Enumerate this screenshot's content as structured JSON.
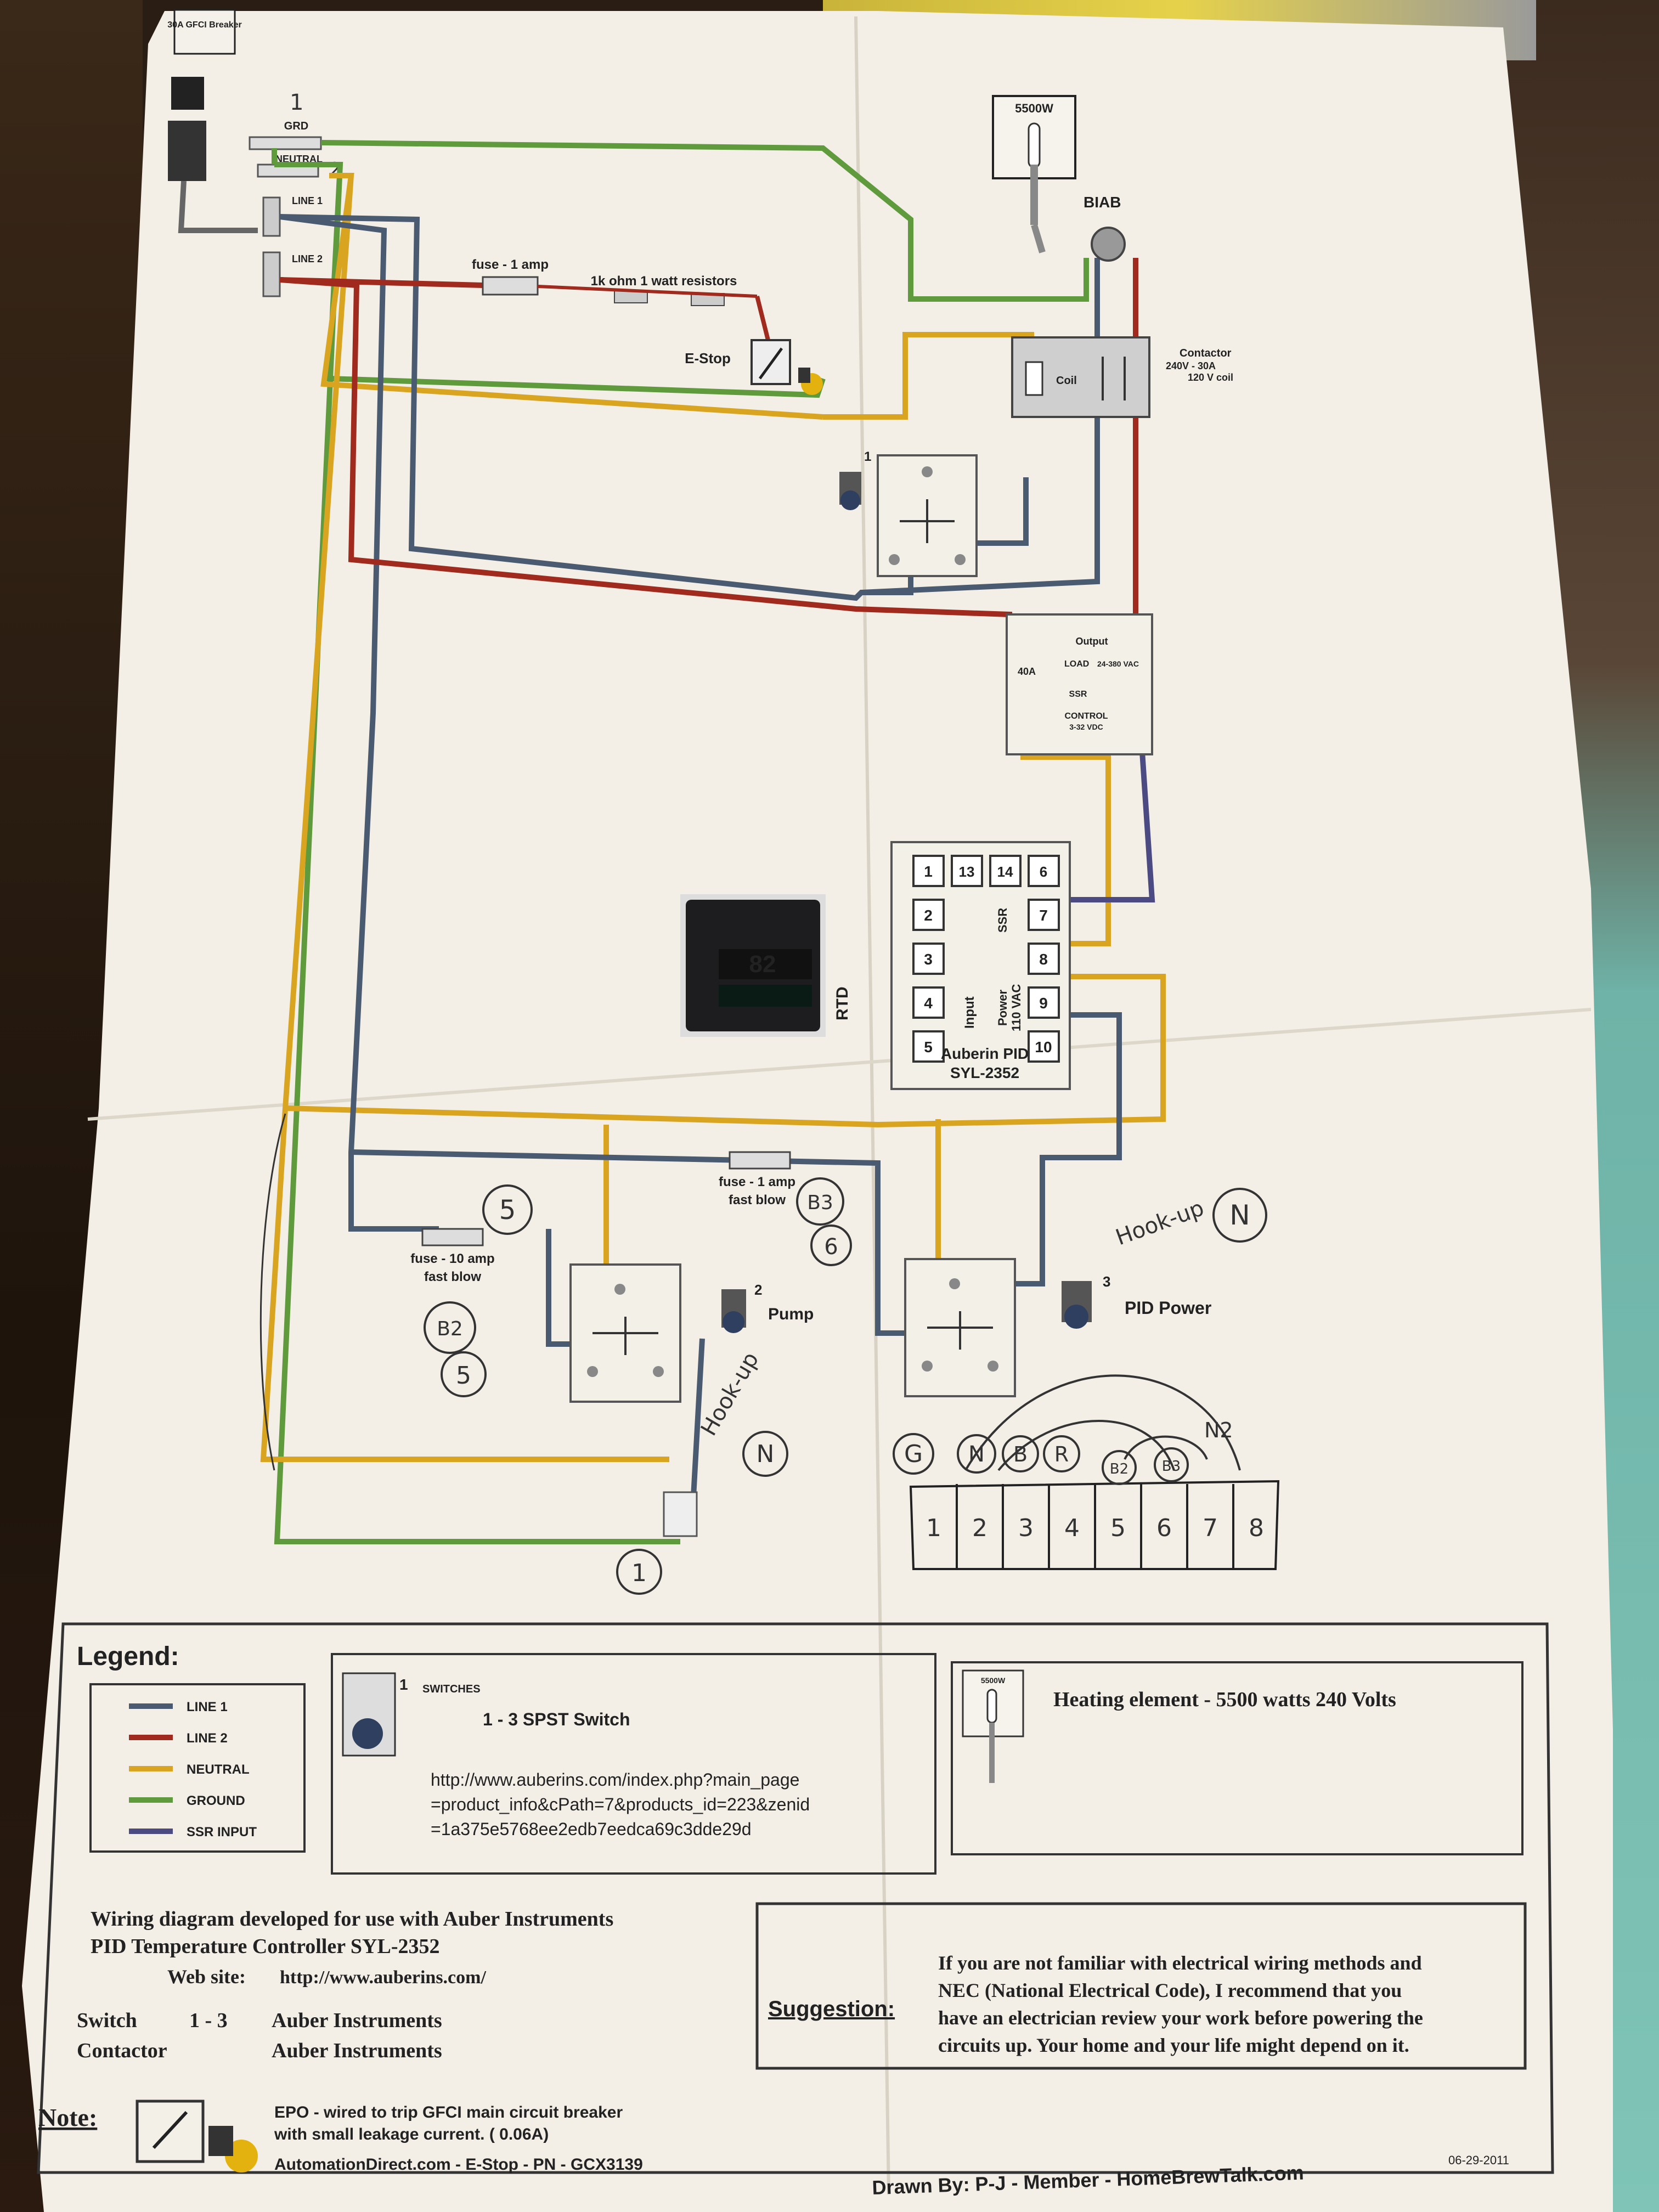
{
  "diagram": {
    "breaker_label": "30A GFCI Breaker",
    "grd_label": "GRD",
    "neutral_label": "NEUTRAL",
    "line1_label": "LINE 1",
    "line2_label": "LINE 2",
    "fuse1_label": "fuse - 1 amp",
    "resistor_label": "1k ohm 1 watt resistors",
    "estop_label": "E-Stop",
    "element_label": "5500W",
    "element_tag": "BIAB",
    "contactor_label": "Contactor",
    "contactor_spec1": "240V - 30A",
    "contactor_spec2": "120 V coil",
    "coil_label": "Coil",
    "ssr_output": "Output",
    "ssr_40a": "40A",
    "ssr_load": "LOAD",
    "ssr_vac": "24-380 VAC",
    "ssr_label": "SSR",
    "ssr_control": "CONTROL",
    "ssr_vdc": "3-32 VDC",
    "pid_terminals_left": [
      "1",
      "2",
      "3",
      "4",
      "5"
    ],
    "pid_terminals_top": [
      "13",
      "14",
      "6"
    ],
    "pid_terminals_right": [
      "7",
      "8",
      "9",
      "10"
    ],
    "pid_rtd": "RTD",
    "pid_input": "Input",
    "pid_ssr": "SSR",
    "pid_power": "Power",
    "pid_vac": "110 VAC",
    "pid_display": "82",
    "pid_name": "Auberin PID",
    "pid_model": "SYL-2352",
    "fuse10_label": "fuse - 10 amp",
    "fuse10_sub": "fast blow",
    "fuse1b_label": "fuse - 1 amp",
    "fuse1b_sub": "fast blow",
    "pump_label": "Pump",
    "pid_power_label": "PID Power",
    "switch_numbers": [
      "1",
      "2",
      "3"
    ],
    "terminal_block": [
      "1",
      "2",
      "3",
      "4",
      "5",
      "6",
      "7",
      "8"
    ],
    "handwritten": {
      "circle_g": "G",
      "circle_n": "N",
      "circle_b": "B",
      "circle_r": "R",
      "circle_b2": "B2",
      "circle_b3": "B3",
      "n2": "N2",
      "hook_up_n_left": "Hook-up",
      "hook_up_n_right": "Hook-up",
      "circle_5a": "5",
      "circle_5b": "5",
      "circle_6": "6",
      "circle_1": "1",
      "circle_b2_left": "B2",
      "circle_b3_mid": "B3"
    },
    "wire_colors": {
      "line1": "#4a5a70",
      "line2": "#a02a1e",
      "neutral": "#d9a521",
      "ground": "#5f9a3c",
      "ssr_input": "#4b4a82"
    }
  },
  "legend": {
    "title": "Legend:",
    "items": [
      "LINE 1",
      "LINE 2",
      "NEUTRAL",
      "GROUND",
      "SSR INPUT"
    ],
    "switches_title": "SWITCHES",
    "switches_num": "1",
    "switches_desc": "1 - 3  SPST Switch",
    "url_line1": "http://www.auberins.com/index.php?main_page",
    "url_line2": "=product_info&cPath=7&products_id=223&zenid",
    "url_line3": "=1a375e5768ee2edb7eedca69c3dde29d",
    "element_tag": "5500W",
    "element_desc": "Heating element - 5500 watts 240 Volts"
  },
  "info": {
    "line1": "Wiring diagram developed for use with Auber Instruments",
    "line2": "PID Temperature Controller SYL-2352",
    "website_label": "Web site:",
    "website": "http://www.auberins.com/",
    "switch_label": "Switch",
    "switch_range": "1 - 3",
    "switch_vendor": "Auber Instruments",
    "contactor_label": "Contactor",
    "contactor_vendor": "Auber Instruments"
  },
  "suggestion": {
    "label": "Suggestion:",
    "line1": "If you are not familiar with electrical wiring methods and",
    "line2": "NEC (National Electrical Code), I recommend that you",
    "line3": "have an electrician review your work before powering the",
    "line4": "circuits up. Your home and your life might depend on it."
  },
  "note": {
    "label": "Note:",
    "line1": "EPO - wired to trip GFCI main circuit breaker",
    "line2": "with small leakage current. ( 0.06A)",
    "line3": "AutomationDirect.com  -  E-Stop - PN - GCX3139"
  },
  "footer": {
    "drawn_by": "Drawn By: P-J - Member - HomeBrewTalk.com",
    "date": "06-29-2011"
  }
}
